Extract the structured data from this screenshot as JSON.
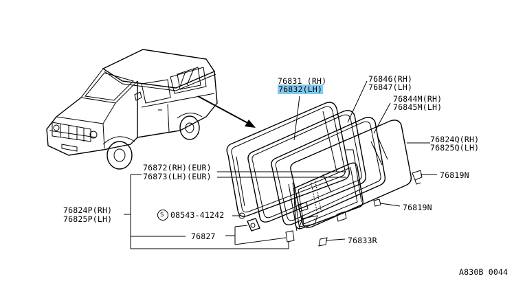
{
  "labels": {
    "l76831": "76831 (RH)",
    "l76832": "76832(LH)",
    "l76846": "76846(RH)",
    "l76847": "76847(LH)",
    "l76844m": "76844M(RH)",
    "l76845m": "76845M(LH)",
    "l76824q": "76824Q(RH)",
    "l76825q": "76825Q(LH)",
    "l76819n_a": "76819N",
    "l76819n_b": "76819N",
    "l76872": "76872(RH)(EUR)",
    "l76873": "76873(LH)(EUR)",
    "l76824p": "76824P(RH)",
    "l76825p": "76825P(LH)",
    "bolt_symbol": "S",
    "l08543": "08543-41242",
    "l76827": "76827",
    "l76833r": "76833R",
    "diagram_code": "A830B 0044"
  },
  "colors": {
    "highlight": "#7fcbee",
    "line": "#000000"
  }
}
